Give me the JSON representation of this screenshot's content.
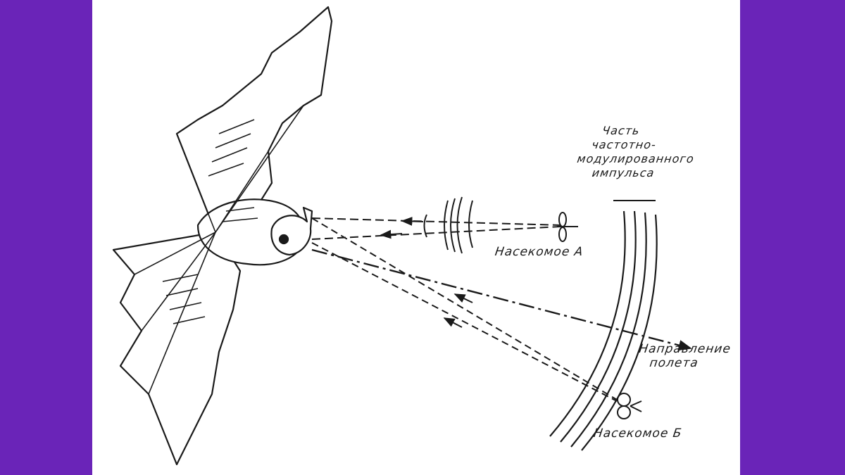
{
  "colors": {
    "background_side": "#6a24b8",
    "canvas": "#ffffff",
    "ink": "#1a1a1a"
  },
  "labels": {
    "pulse_part": [
      "Часть",
      "частотно-",
      "модулированного",
      "импульса"
    ],
    "insect_a": "Насекомое А",
    "flight_direction": [
      "Направление",
      "полета"
    ],
    "insect_b": "Насекомое Б"
  }
}
